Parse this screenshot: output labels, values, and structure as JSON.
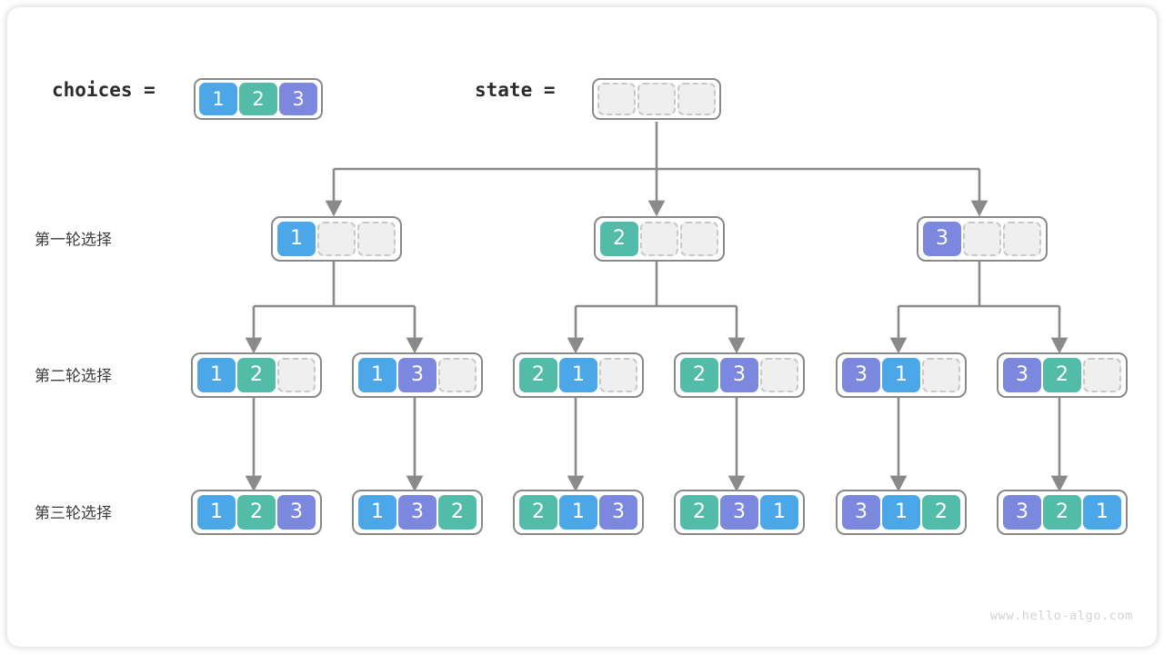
{
  "figure": {
    "watermark": "www.hello-algo.com",
    "palette": {
      "value1": "#4CA7E8",
      "value2": "#53BCA9",
      "value3": "#7C88DE",
      "wire": "#8a8a8a",
      "border": "#898989",
      "empty_fill": "#efefef",
      "empty_border": "#c8c8c8"
    }
  },
  "header": {
    "choices_label": "choices  =",
    "choices_values": [
      "1",
      "2",
      "3"
    ],
    "state_label": "state  =",
    "state_values": [
      "",
      "",
      ""
    ]
  },
  "rows": [
    {
      "label": "第一轮选择",
      "nodes": [
        {
          "values": [
            "1",
            "",
            ""
          ]
        },
        {
          "values": [
            "2",
            "",
            ""
          ]
        },
        {
          "values": [
            "3",
            "",
            ""
          ]
        }
      ]
    },
    {
      "label": "第二轮选择",
      "nodes": [
        {
          "values": [
            "1",
            "2",
            ""
          ]
        },
        {
          "values": [
            "1",
            "3",
            ""
          ]
        },
        {
          "values": [
            "2",
            "1",
            ""
          ]
        },
        {
          "values": [
            "2",
            "3",
            ""
          ]
        },
        {
          "values": [
            "3",
            "1",
            ""
          ]
        },
        {
          "values": [
            "3",
            "2",
            ""
          ]
        }
      ]
    },
    {
      "label": "第三轮选择",
      "nodes": [
        {
          "values": [
            "1",
            "2",
            "3"
          ]
        },
        {
          "values": [
            "1",
            "3",
            "2"
          ]
        },
        {
          "values": [
            "2",
            "1",
            "3"
          ]
        },
        {
          "values": [
            "2",
            "3",
            "1"
          ]
        },
        {
          "values": [
            "3",
            "1",
            "2"
          ]
        },
        {
          "values": [
            "3",
            "2",
            "1"
          ]
        }
      ]
    }
  ]
}
